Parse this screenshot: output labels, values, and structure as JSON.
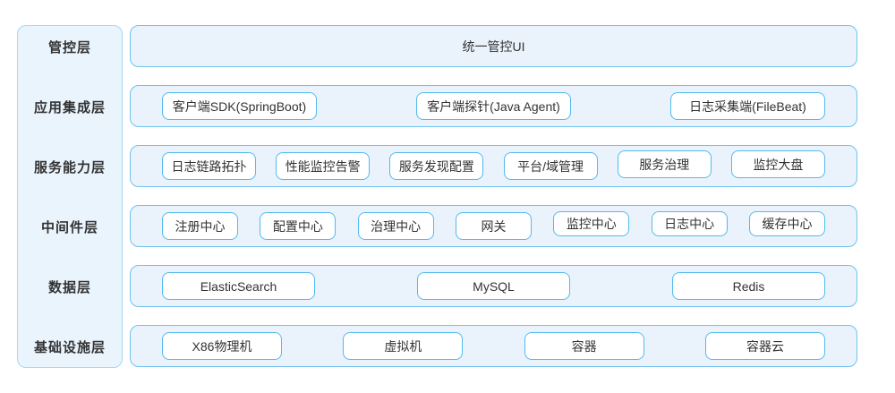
{
  "colors": {
    "sidebar_fill": "#eaf4fd",
    "sidebar_border": "#a5d7f7",
    "row_fill": "#eaf3fb",
    "row_border": "#70c1ef",
    "chip_fill": "#ffffff",
    "chip_border": "#52baf0",
    "text_color": "#333333"
  },
  "layers": [
    {
      "name": "管控层",
      "components": [
        "统一管控UI"
      ]
    },
    {
      "name": "应用集成层",
      "components": [
        "客户端SDK(SpringBoot)",
        "客户端探针(Java Agent)",
        "日志采集端(FileBeat)"
      ]
    },
    {
      "name": "服务能力层",
      "components": [
        "日志链路拓扑",
        "性能监控告警",
        "服务发现配置",
        "平台/域管理",
        "服务治理",
        "监控大盘"
      ]
    },
    {
      "name": "中间件层",
      "components": [
        "注册中心",
        "配置中心",
        "治理中心",
        "网关",
        "监控中心",
        "日志中心",
        "缓存中心"
      ]
    },
    {
      "name": "数据层",
      "components": [
        "ElasticSearch",
        "MySQL",
        "Redis"
      ]
    },
    {
      "name": "基础设施层",
      "components": [
        "X86物理机",
        "虚拟机",
        "容器",
        "容器云"
      ]
    }
  ]
}
